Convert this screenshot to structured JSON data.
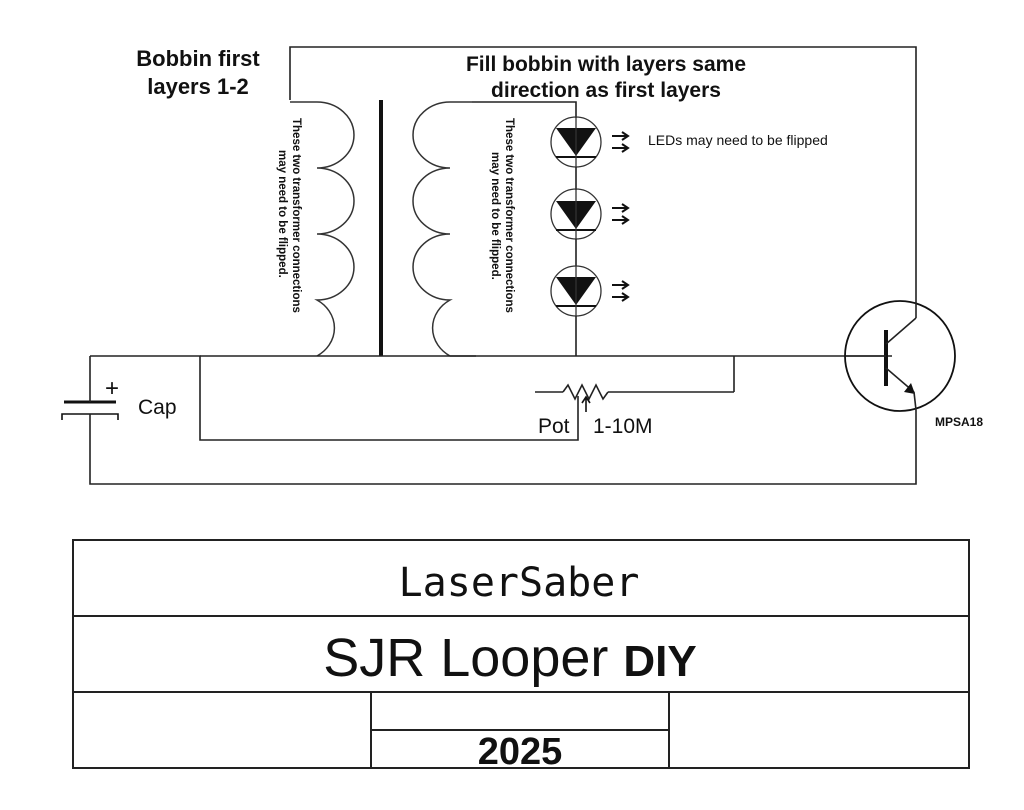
{
  "diagram": {
    "primary_label_line1": "Bobbin first",
    "primary_label_line2": "layers 1-2",
    "secondary_label_line1": "Fill bobbin with layers same",
    "secondary_label_line2": "direction as first layers",
    "coil_note_line1": "These two transformer connections",
    "coil_note_line2": "may need to be flipped.",
    "led_note": "LEDs may need to be flipped",
    "cap_label": "Cap",
    "cap_plus": "+",
    "pot_label": "Pot",
    "pot_value": "1-10M",
    "transistor_label": "MPSA18"
  },
  "title_block": {
    "brand": "LaserSaber",
    "title": "SJR  Looper",
    "title_suffix": "DIY",
    "year": "2025"
  }
}
